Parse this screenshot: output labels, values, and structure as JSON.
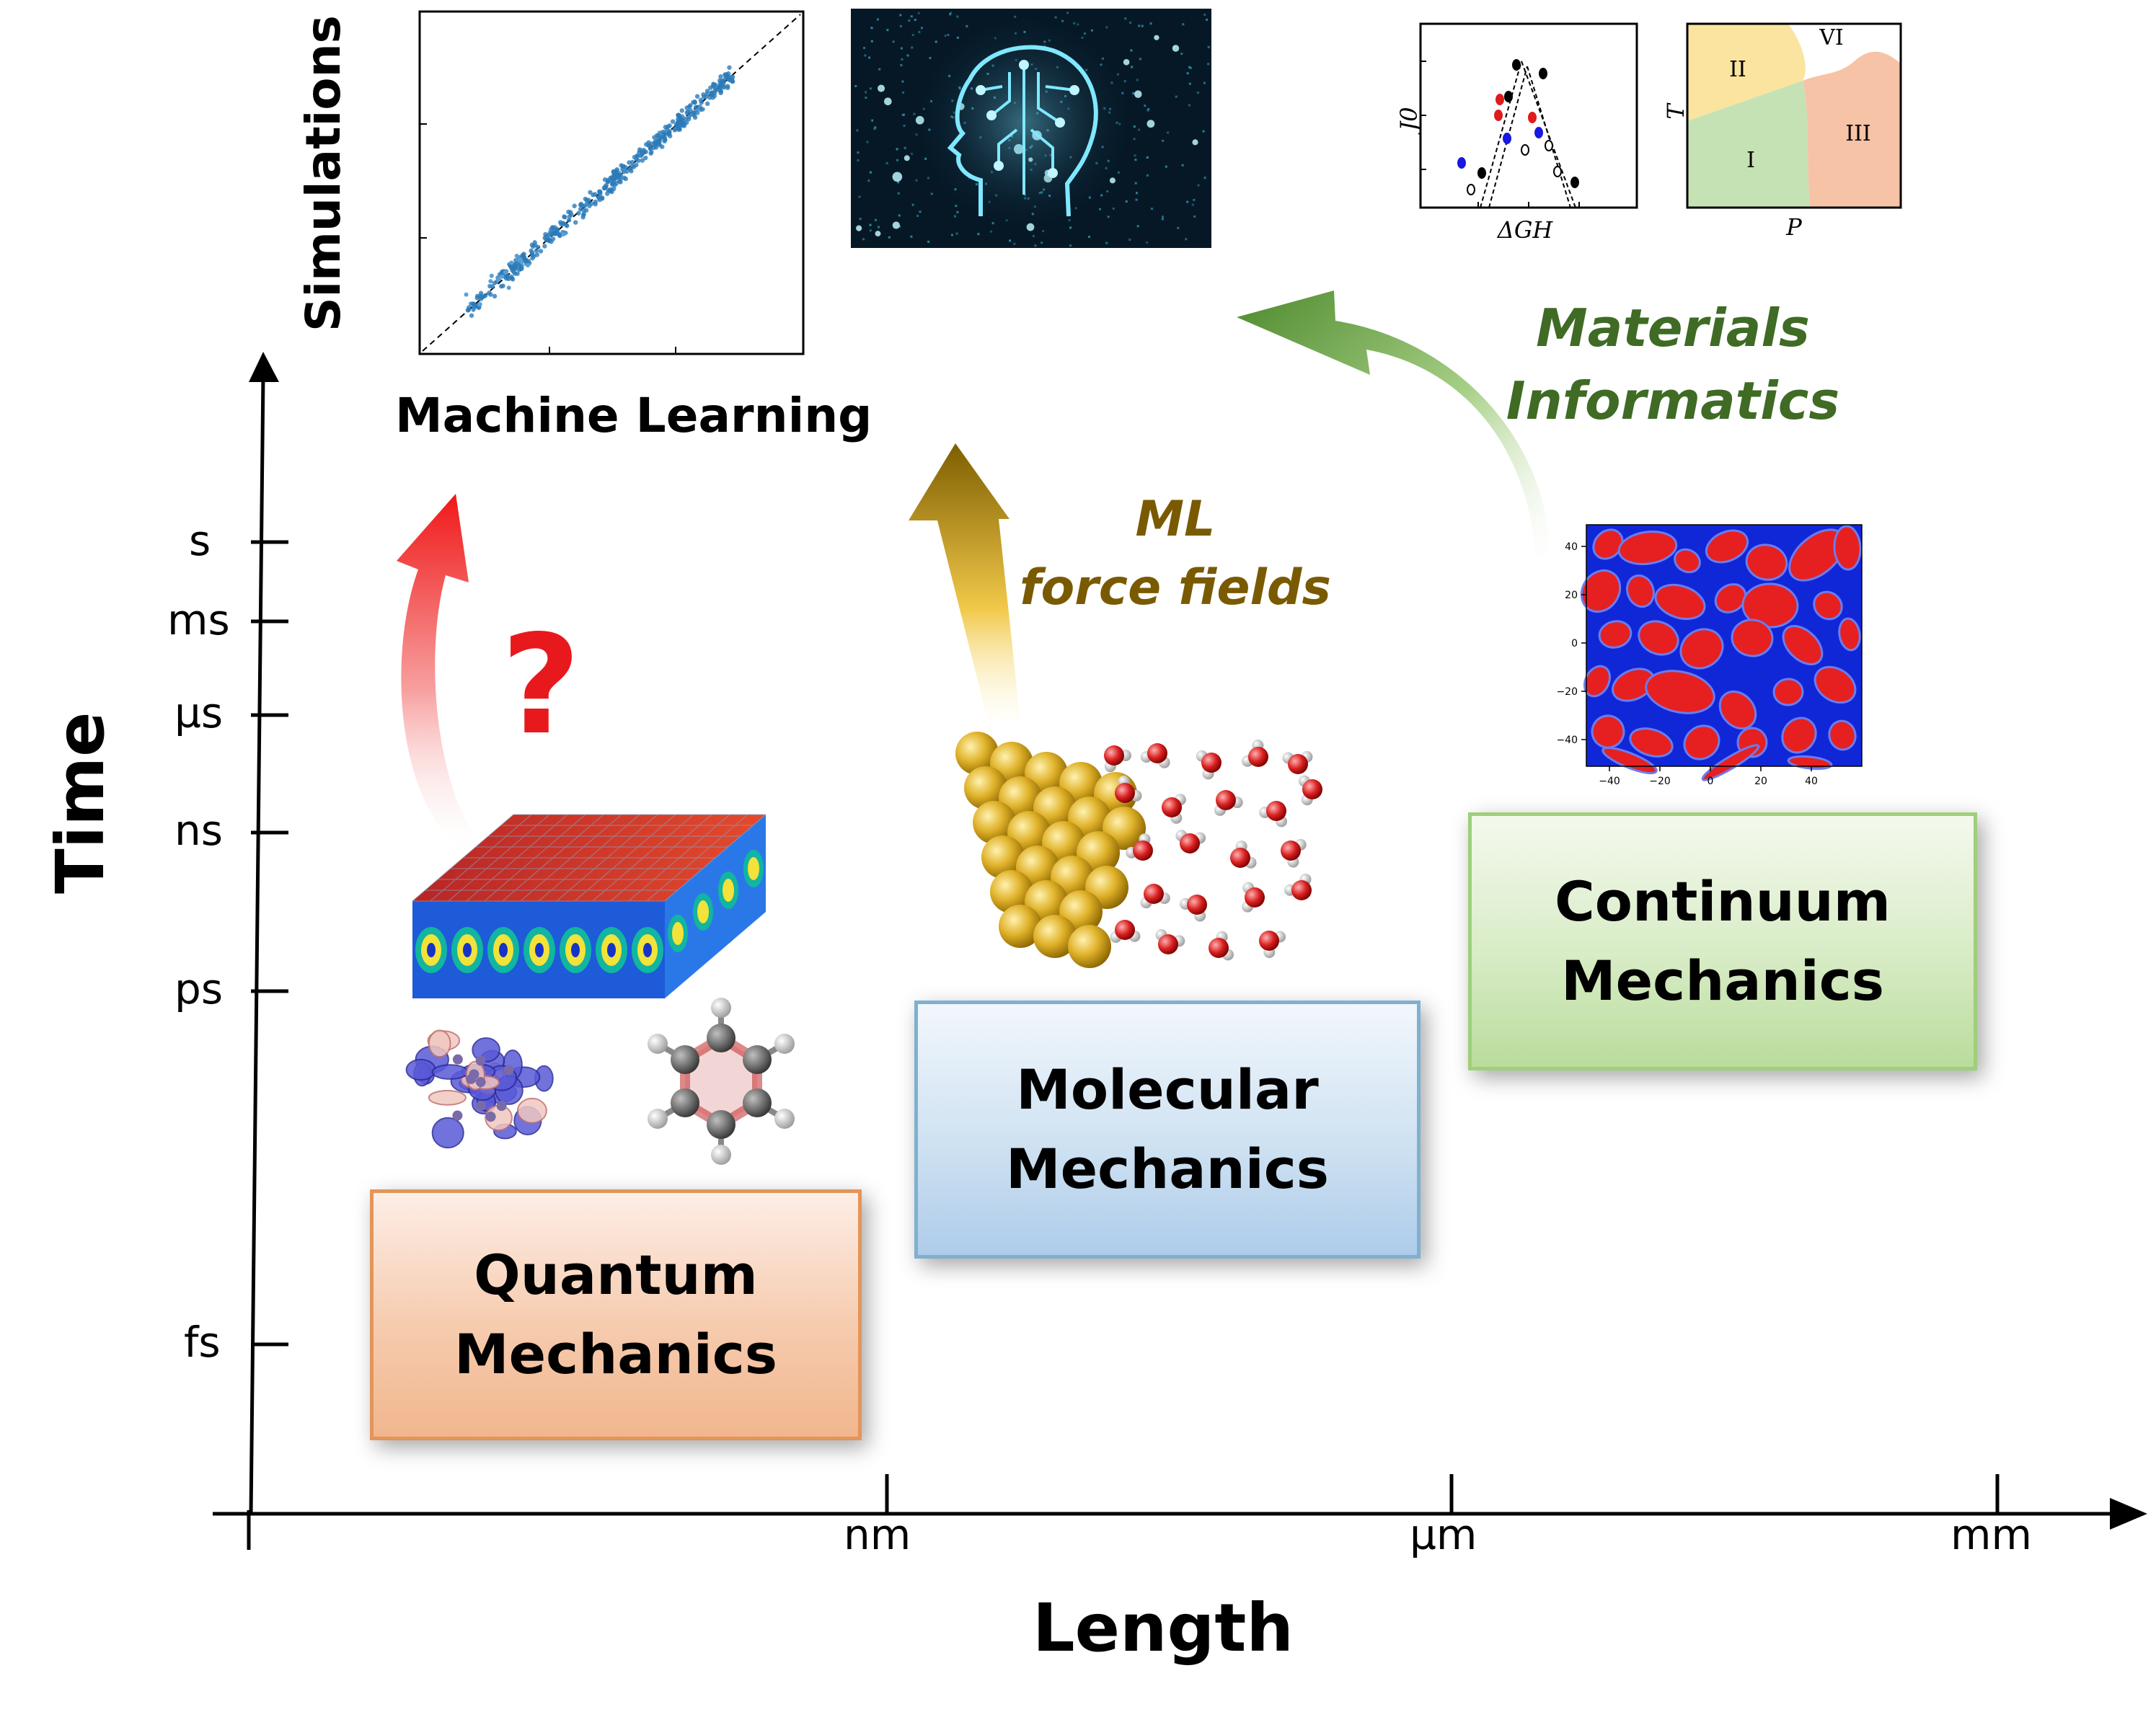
{
  "axes": {
    "y_title": "Time",
    "x_title": "Length",
    "y_ticks": [
      "s",
      "ms",
      "µs",
      "ns",
      "ps",
      "fs"
    ],
    "x_ticks": [
      "nm",
      "µm",
      "mm"
    ]
  },
  "boxes": {
    "quantum": [
      "Quantum",
      "Mechanics"
    ],
    "molecular": [
      "Molecular",
      "Mechanics"
    ],
    "continuum": [
      "Continuum",
      "Mechanics"
    ]
  },
  "arrows": {
    "quantum_label": "?",
    "molecular_label": [
      "ML",
      "force fields"
    ],
    "continuum_label": [
      "Materials",
      "Informatics"
    ]
  },
  "ml_panel": {
    "title": "Machine Learning",
    "parity_ylabel": "Simulations"
  },
  "volcano_plot": {
    "ylabel": "J0",
    "xlabel": "ΔGH"
  },
  "phase_diagram": {
    "ylabel": "T",
    "xlabel": "P",
    "regions": [
      "I",
      "II",
      "III",
      "VI"
    ]
  },
  "contour_map": {
    "x_ticks": [
      "−40",
      "−20",
      "0",
      "20",
      "40"
    ],
    "y_ticks": [
      "40",
      "20",
      "0",
      "−20",
      "−40"
    ]
  },
  "colors": {
    "quantum_arrow": "#f02a2a",
    "molecular_arrow": "#8a6a00",
    "continuum_arrow": "#5c8f3a",
    "quantum_box": "#f1b68d",
    "molecular_box": "#aeccea",
    "continuum_box": "#b9dc9c"
  }
}
